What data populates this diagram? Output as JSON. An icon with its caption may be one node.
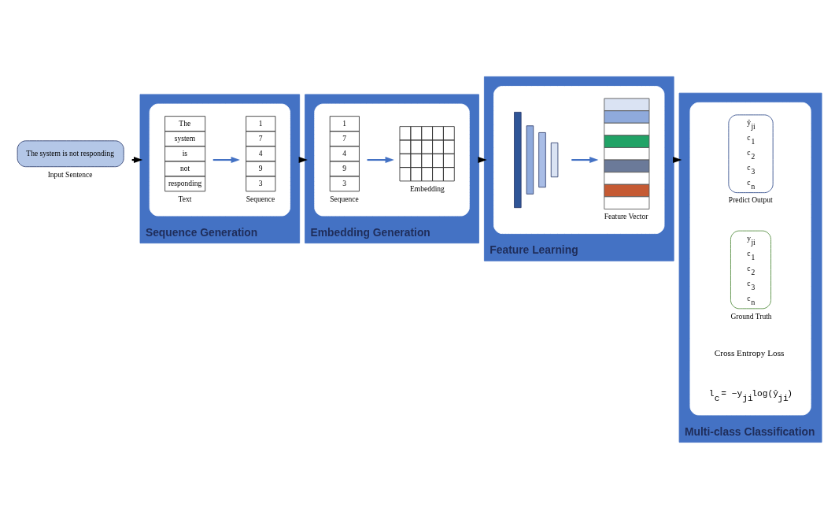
{
  "diagram": {
    "nodes": [
      {
        "text": [
          "The system is not responding"
        ],
        "beside": [
          "Input Sentence"
        ]
      },
      {
        "text": [
          "Sequence Generation"
        ]
      },
      {
        "text": [],
        "shape": "box",
        "in": 1
      },
      {
        "text": [
          "The",
          "system",
          "is",
          "not",
          "responding"
        ],
        "beside": [
          "Text"
        ],
        "in": 2
      },
      {
        "text": [
          "1",
          "7",
          "4",
          "9",
          "3"
        ],
        "beside": [
          "Sequence"
        ],
        "in": 2
      },
      {
        "text": [
          "Embedding Generation"
        ]
      },
      {
        "text": [],
        "shape": "box",
        "in": 5
      },
      {
        "text": [
          "1",
          "7",
          "4",
          "9",
          "3"
        ],
        "beside": [
          "Sequence"
        ],
        "in": 6
      },
      {
        "text": [],
        "shape": "box",
        "beside": [
          "Embedding"
        ],
        "in": 6
      },
      {
        "text": [
          "Feature Learning"
        ]
      },
      {
        "text": [],
        "shape": "box",
        "in": 9
      },
      {
        "text": [],
        "shape": "bar",
        "in": 10
      },
      {
        "text": [],
        "shape": "bar",
        "beside": [
          "Feature Vector"
        ],
        "in": 10
      },
      {
        "text": [
          "Multi-class Classification"
        ]
      },
      {
        "text": [],
        "shape": "box",
        "in": 13
      },
      {
        "text": [
          "ŷ$_{ji}$",
          "c$_{1}$",
          "c$_{2}$",
          "c$_{3}$",
          "c$_{n}$"
        ],
        "beside": [
          "Predict Output"
        ],
        "in": 14
      },
      {
        "text": [
          "y$_{ji}$",
          "c$_{1}$",
          "c$_{2}$",
          "c$_{3}$",
          "c$_{n}$"
        ],
        "beside": [
          "Ground Truth"
        ],
        "in": 14
      }
    ],
    "edges": [
      {
        "from": 0,
        "to": 1,
        "arrow": "to",
        "color": "#000000"
      },
      {
        "from": 3,
        "to": 4,
        "arrow": "to",
        "color": "#4472c4"
      },
      {
        "from": 1,
        "to": 5,
        "arrow": "to",
        "color": "#000000"
      },
      {
        "from": 7,
        "to": 8,
        "arrow": "to",
        "color": "#4472c4"
      },
      {
        "from": 5,
        "to": 9,
        "arrow": "to",
        "color": "#000000"
      },
      {
        "from": 11,
        "to": 12,
        "arrow": "to",
        "color": "#4472c4"
      },
      {
        "from": 9,
        "to": 13,
        "arrow": "to",
        "color": "#000000"
      }
    ],
    "labels": [
      "Cross Entropy Loss",
      "l$_{c}$ = −y$_{ji}$log(ŷ$_{ji}$)"
    ]
  }
}
